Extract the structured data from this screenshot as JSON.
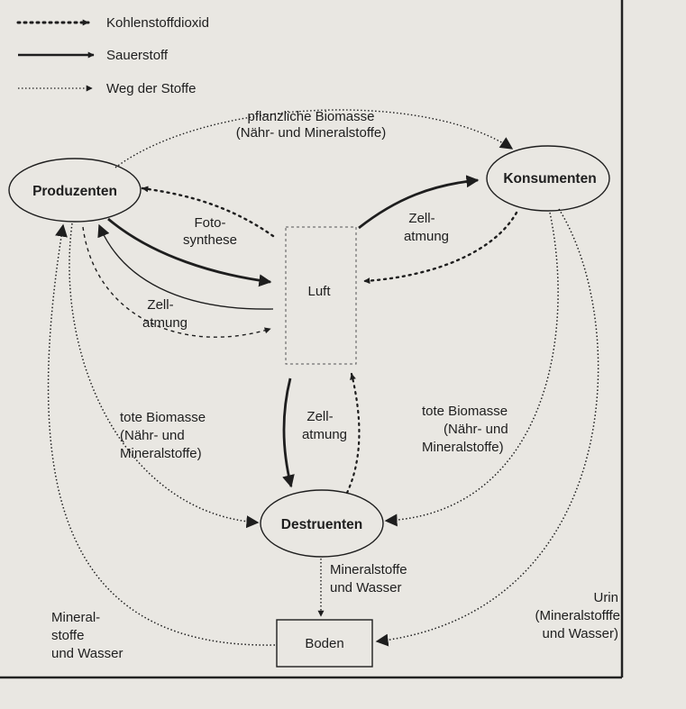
{
  "legend": {
    "co2": "Kohlenstoffdioxid",
    "o2": "Sauerstoff",
    "path": "Weg der Stoffe"
  },
  "nodes": {
    "produzenten": "Produzenten",
    "konsumenten": "Konsumenten",
    "luft": "Luft",
    "destruenten": "Destruenten",
    "boden": "Boden"
  },
  "labels": {
    "biomass_top_1": "pflanzliche Biomasse",
    "biomass_top_2": "(Nähr- und Mineralstoffe)",
    "foto_1": "Foto-",
    "foto_2": "synthese",
    "zell_left_1": "Zell-",
    "zell_left_2": "atmung",
    "zell_right_1": "Zell-",
    "zell_right_2": "atmung",
    "zell_mid_1": "Zell-",
    "zell_mid_2": "atmung",
    "tote_left_1": "tote Biomasse",
    "tote_left_2": "(Nähr- und",
    "tote_left_3": "Mineralstoffe)",
    "tote_right_1": "tote Biomasse",
    "tote_right_2": "(Nähr- und",
    "tote_right_3": "Mineralstoffe)",
    "mineral_mid_1": "Mineralstoffe",
    "mineral_mid_2": "und Wasser",
    "mineral_left_1": "Mineral-",
    "mineral_left_2": "stoffe",
    "mineral_left_3": "und Wasser",
    "urin_1": "Urin",
    "urin_2": "(Mineralstofffe",
    "urin_3": "und Wasser)"
  }
}
